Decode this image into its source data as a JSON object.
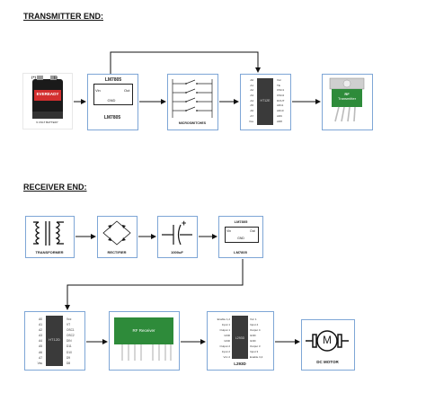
{
  "transmitter": {
    "title": "TRANSMITTER END:",
    "battery": {
      "caption": "9 VOLT BATTERY",
      "brand": "EVEREADY",
      "plus": "(+)",
      "minus": "(-)"
    },
    "regulator": {
      "top_text": "LM7805",
      "vin": "Vin",
      "out": "Out",
      "gnd": "GND",
      "caption": "LM7805"
    },
    "switches": {
      "caption": "MICROSWITCHES"
    },
    "encoder": {
      "chip_label": "HT12E",
      "left_pins": [
        "A0",
        "A1",
        "A2",
        "A3",
        "A4",
        "A5",
        "A6",
        "A7",
        "Vss"
      ],
      "right_pins": [
        "Vcc",
        "TE",
        "OSC1",
        "OSC2",
        "DOUT",
        "AD11",
        "AD10",
        "AD9",
        "AD8"
      ]
    },
    "rf_tx": {
      "text_line1": "RF",
      "text_line2": "Transmitter"
    }
  },
  "receiver": {
    "title": "RECEIVER END:",
    "transformer": {
      "caption": "TRANSFORMER"
    },
    "rectifier": {
      "caption": "RECTIFIER"
    },
    "capacitor": {
      "caption": "1000uF",
      "plus": "+"
    },
    "regulator": {
      "top_text": "LM7805",
      "vin": "Vin",
      "out": "Out",
      "gnd": "GND",
      "caption": "LM7805"
    },
    "decoder": {
      "chip_label": "HT12D",
      "left_pins": [
        "A0",
        "A1",
        "A2",
        "A3",
        "A4",
        "A5",
        "A6",
        "A7",
        "Vss"
      ],
      "right_pins": [
        "Vcc",
        "VT",
        "OSC1",
        "OSC2",
        "DIN",
        "D11",
        "D10",
        "D9",
        "D8"
      ]
    },
    "rf_rx": {
      "text": "RF Receiver"
    },
    "driver": {
      "chip_label": "L293D",
      "caption": "L293D",
      "left_pins": [
        "Enable 1,2",
        "Input 1",
        "Output 1",
        "GND",
        "GND",
        "Output 2",
        "Input 2",
        "Vcc 2"
      ],
      "right_pins": [
        "Vcc 1",
        "Input 4",
        "Output 4",
        "GND",
        "GND",
        "Output 3",
        "Input 3",
        "Enable 3,4"
      ]
    },
    "motor": {
      "letter": "M",
      "caption": "DC MOTOR"
    }
  },
  "colors": {
    "block_border": "#7ea6d6",
    "pcb_green": "#2e8b3a",
    "chip": "#3a3a3a"
  }
}
